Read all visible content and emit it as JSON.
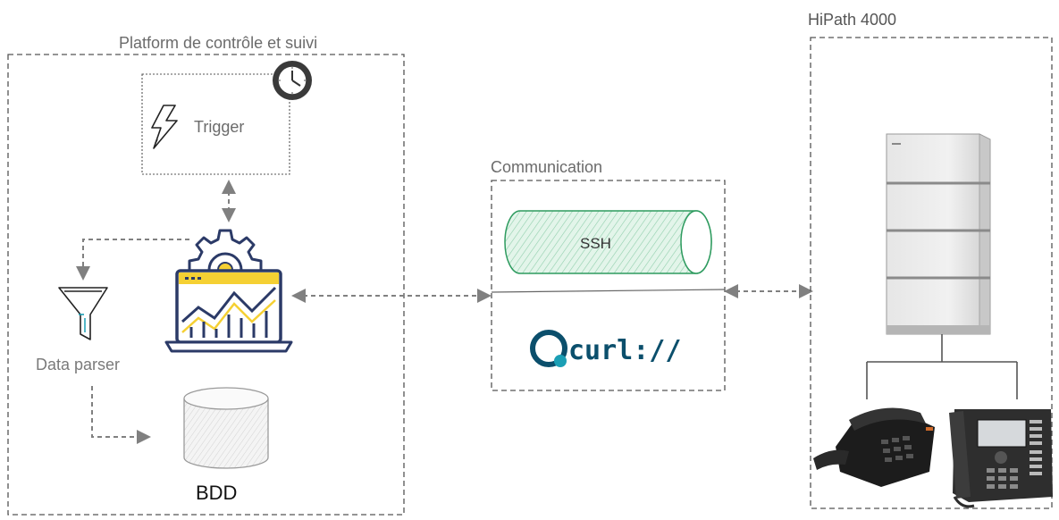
{
  "platform": {
    "title": "Platform de contrôle et suivi",
    "trigger_label": "Trigger",
    "data_parser_label": "Data parser",
    "database_label": "BDD"
  },
  "communication": {
    "title": "Communication",
    "ssh_label": "SSH",
    "curl_logo_text": "curl://"
  },
  "hipath": {
    "title": "HiPath 4000"
  },
  "colors": {
    "dash_border": "#555555",
    "arrow": "#808080",
    "ssh_fill": "#dff3e6",
    "ssh_stroke": "#2e9b5f",
    "dashboard_navy": "#2b3a67",
    "dashboard_yellow": "#f5d033",
    "curl_blue": "#0b4f6c",
    "curl_teal": "#1b9fb5"
  },
  "icons": [
    "clock-icon",
    "lightning-icon",
    "funnel-icon",
    "gear-icon",
    "dashboard-chart-icon",
    "database-icon",
    "server-rack-icon",
    "desk-phone-icon",
    "ip-phone-icon",
    "curl-logo"
  ]
}
